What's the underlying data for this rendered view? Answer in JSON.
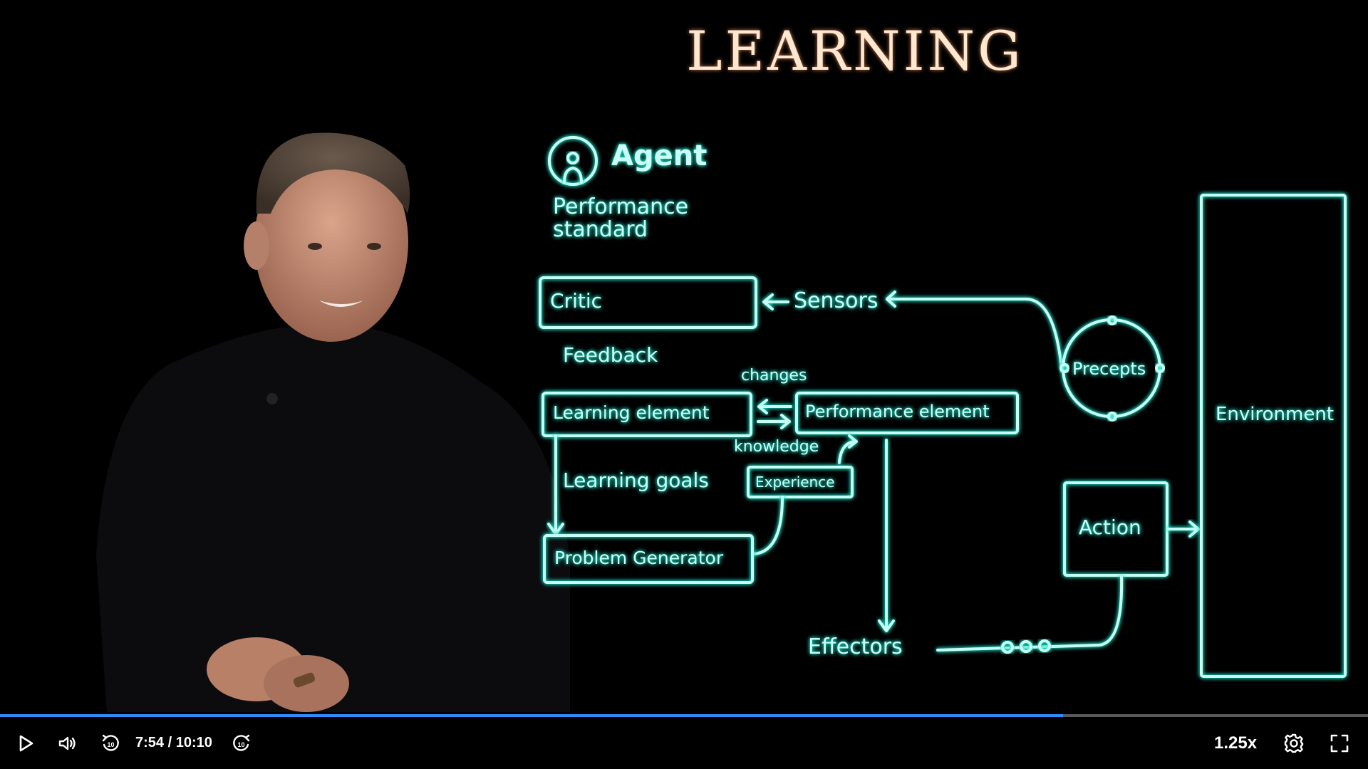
{
  "video": {
    "board_title": "LEARNING",
    "diagram": {
      "agent_label": "Agent",
      "performance_standard_line1": "Performance",
      "performance_standard_line2": "standard",
      "critic": "Critic",
      "sensors": "Sensors",
      "feedback": "Feedback",
      "changes": "changes",
      "learning_element": "Learning element",
      "performance_element": "Performance element",
      "knowledge": "knowledge",
      "learning_goals": "Learning goals",
      "experience": "Experience",
      "problem_generator": "Problem Generator",
      "precepts": "Precepts",
      "action": "Action",
      "environment": "Environment",
      "effectors": "Effectors"
    }
  },
  "controls": {
    "current_time": "7:54",
    "duration": "10:10",
    "time_separator": " / ",
    "progress_fraction": 0.777,
    "rewind_seconds": "10",
    "forward_seconds": "10",
    "speed": "1.25x",
    "icons": {
      "play": "play-icon",
      "volume": "volume-icon",
      "rewind": "rewind-10-icon",
      "forward": "forward-10-icon",
      "settings": "gear-icon",
      "fullscreen": "fullscreen-icon"
    }
  }
}
